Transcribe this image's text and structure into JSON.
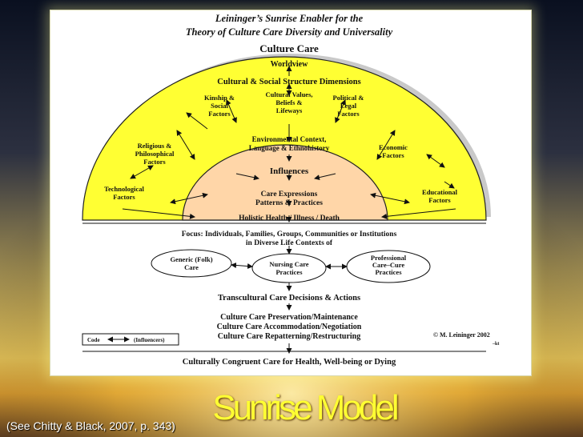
{
  "diagram": {
    "title_line1": "Leininger’s Sunrise Enabler for the",
    "title_line2": "Theory of Culture Care Diversity and Universality",
    "culture_care": "Culture Care",
    "worldview": "Worldview",
    "cultural_social": "Cultural & Social Structure Dimensions",
    "kinship": [
      "Kinship &",
      "Social",
      "Factors"
    ],
    "cultural_values": [
      "Cultural Values,",
      "Beliefs &",
      "Lifeways"
    ],
    "political": [
      "Political &",
      "Legal",
      "Factors"
    ],
    "religious": [
      "Religious &",
      "Philosophical",
      "Factors"
    ],
    "economic": [
      "Economic",
      "Factors"
    ],
    "technological": [
      "Technological",
      "Factors"
    ],
    "educational": [
      "Educational",
      "Factors"
    ],
    "environmental": [
      "Environmental Context,",
      "Language & Ethnohistory"
    ],
    "influences": "Influences",
    "care_expressions": [
      "Care Expressions",
      "Patterns & Practices"
    ],
    "holistic": "Holistic Health / Illness / Death",
    "focus_line1": "Focus:  Individuals, Families, Groups, Communities or Institutions",
    "focus_line2": "in Diverse Life Contexts of",
    "generic_care": [
      "Generic (Folk)",
      "Care"
    ],
    "nursing_care": [
      "Nursing Care",
      "Practices"
    ],
    "professional_care": [
      "Professional",
      "Care–Cure",
      "Practices"
    ],
    "transcultural": "Transcultural Care Decisions & Actions",
    "preservation": "Culture Care Preservation/Maintenance",
    "accommodation": "Culture Care Accommodation/Negotiation",
    "repatterning": "Culture Care Repatterning/Restructuring",
    "code_label": "Code",
    "code_influencers": "(Influencers)",
    "copyright": "© M. Leininger 2002",
    "initials": "–kt",
    "congruent": "Culturally Congruent Care for Health, Well-being or Dying"
  },
  "slide": {
    "title": "Sunrise Model",
    "citation": "(See Chitty & Black, 2007, p. 343)"
  },
  "colors": {
    "yellow": "#ffff33",
    "peach": "#ffd6a8",
    "background_top": "#0a1020",
    "background_glow": "#e6c45a"
  }
}
